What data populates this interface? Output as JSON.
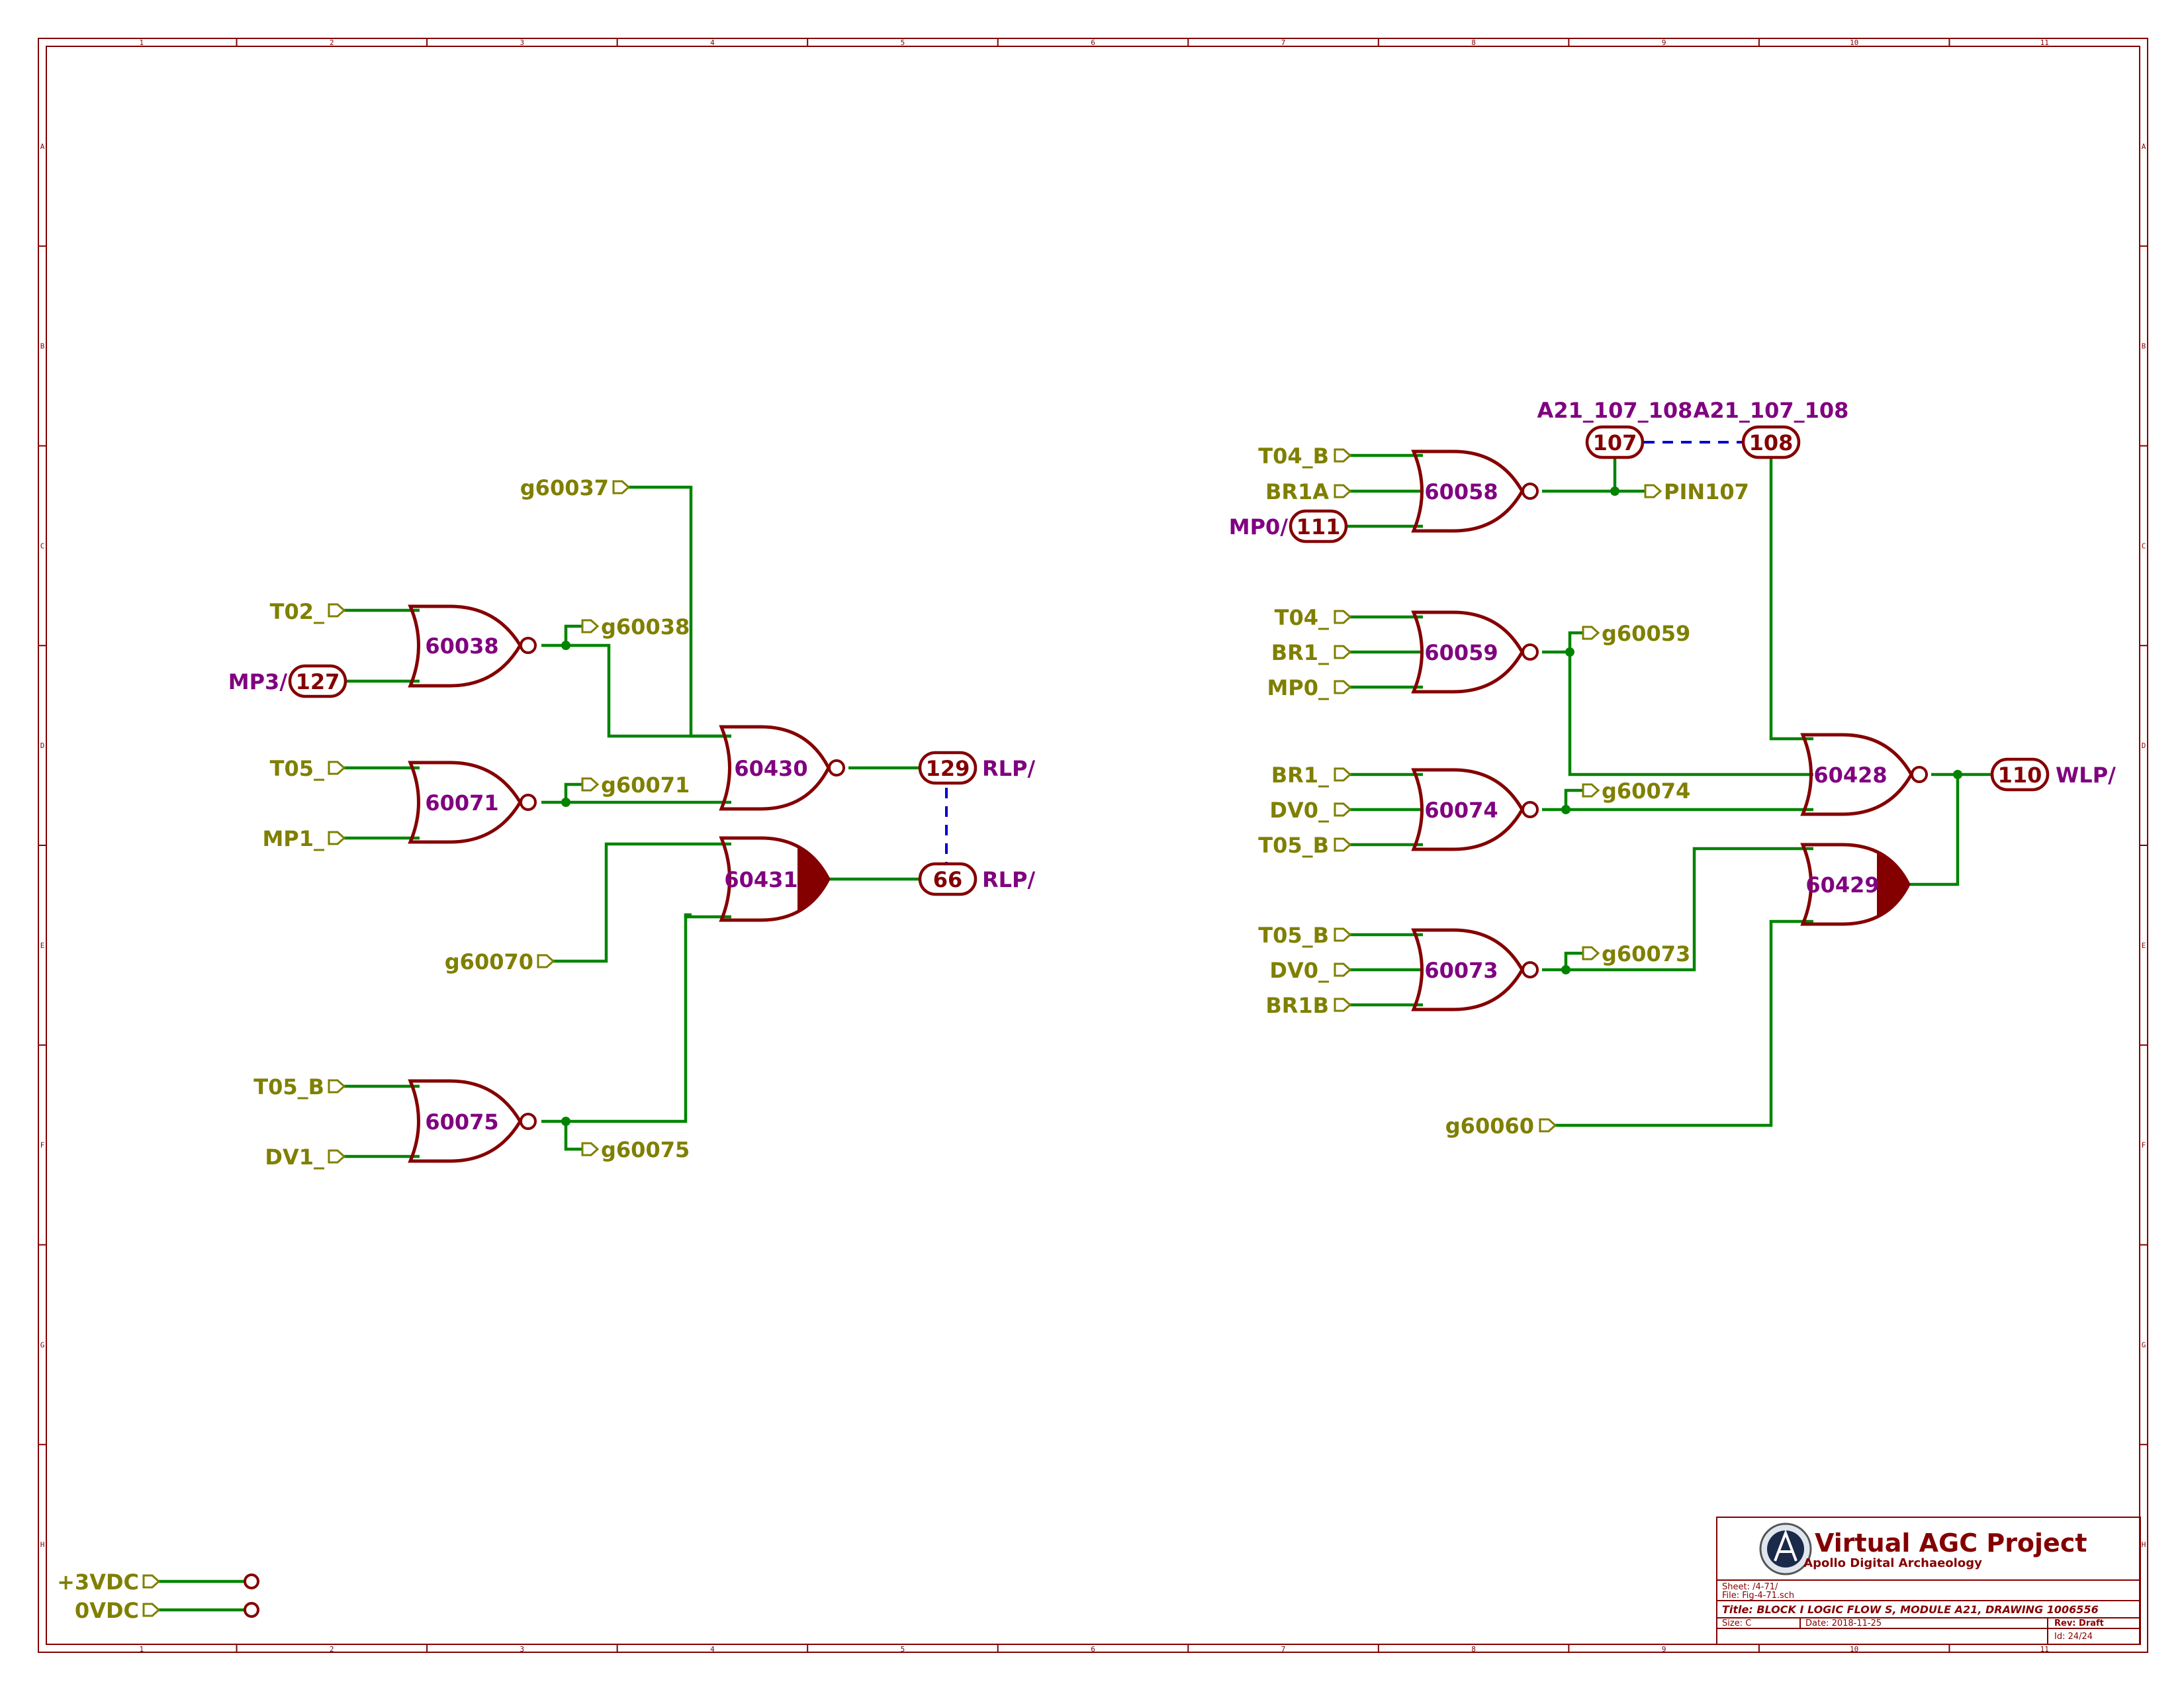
{
  "sheet": {
    "col_labels": [
      "1",
      "2",
      "3",
      "4",
      "5",
      "6",
      "7",
      "8",
      "9",
      "10",
      "11"
    ],
    "row_labels": [
      "A",
      "B",
      "C",
      "D",
      "E",
      "F",
      "G",
      "H"
    ]
  },
  "gates": {
    "g60038": "60038",
    "g60071": "60071",
    "g60075": "60075",
    "g60430": "60430",
    "g60431": "60431",
    "g60058": "60058",
    "g60059": "60059",
    "g60074": "60074",
    "g60073": "60073",
    "g60428": "60428",
    "g60429": "60429"
  },
  "inputs": {
    "T02_": "T02_",
    "MP3": "MP3/",
    "T05_": "T05_",
    "MP1_": "MP1_",
    "g60037": "g60037",
    "g60070": "g60070",
    "T05_B_left": "T05_B",
    "DV1_": "DV1_",
    "T04_B": "T04_B",
    "BR1A": "BR1A",
    "MP0_slash": "MP0/",
    "T04_": "T04_",
    "BR1_a": "BR1_",
    "MP0_": "MP0_",
    "BR1_b": "BR1_",
    "DV0_a": "DV0_",
    "T05_B_a": "T05_B",
    "T05_B_b": "T05_B",
    "DV0_b": "DV0_",
    "BR1B": "BR1B",
    "g60060": "g60060",
    "p3VDC": "+3VDC",
    "p0VDC": "0VDC"
  },
  "outputs": {
    "g60038": "g60038",
    "g60071": "g60071",
    "g60075": "g60075",
    "g60059": "g60059",
    "g60074": "g60074",
    "g60073": "g60073",
    "PIN107": "PIN107"
  },
  "connectors": {
    "c127": "127",
    "c129": "129",
    "c66": "66",
    "c111": "111",
    "c107": "107",
    "c108": "108",
    "c110": "110"
  },
  "nets": {
    "RLP_a": "RLP/",
    "RLP_b": "RLP/",
    "WLP": "WLP/",
    "A21_a": "A21_107_108",
    "A21_b": "A21_107_108"
  },
  "title_block": {
    "project": "Virtual AGC Project",
    "subtitle": "Apollo Digital Archaeology",
    "sheet": "Sheet: /4-71/",
    "file": "File: Fig-4-71.sch",
    "title": "Title: BLOCK I LOGIC FLOW S, MODULE A21, DRAWING 1006556",
    "size": "Size: C",
    "date": "Date: 2018-11-25",
    "rev": "Rev: Draft",
    "id": "Id: 24/24"
  },
  "colors": {
    "component": "#840000",
    "wire": "#008400",
    "label": "#7f7f00",
    "net": "#800080",
    "bus": "#0000cc"
  }
}
